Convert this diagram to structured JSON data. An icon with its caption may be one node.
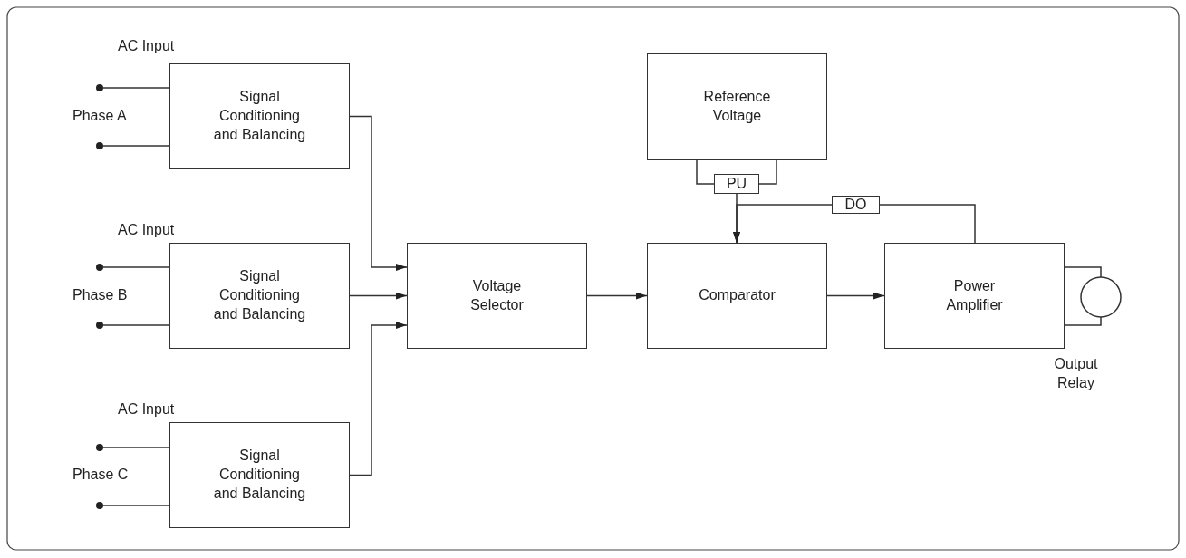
{
  "diagram": {
    "nodes": [
      {
        "text": [],
        "shape": "circle"
      },
      {
        "text": [],
        "shape": "circle"
      },
      {
        "text": [
          "Signal Conditioning and Balancing"
        ]
      },
      {
        "text": [],
        "shape": "circle"
      },
      {
        "text": [],
        "shape": "circle"
      },
      {
        "text": [
          "Signal Conditioning and Balancing"
        ]
      },
      {
        "text": [],
        "shape": "circle"
      },
      {
        "text": [],
        "shape": "circle"
      },
      {
        "text": [
          "Signal Conditioning and Balancing"
        ]
      },
      {
        "text": [
          "Voltage Selector"
        ]
      },
      {
        "text": [
          "Reference Voltage"
        ]
      },
      {
        "text": [
          "PU"
        ]
      },
      {
        "text": [
          "DO"
        ]
      },
      {
        "text": [
          "Comparator"
        ]
      },
      {
        "text": [
          "Power Amplifier"
        ]
      },
      {
        "text": [
          "Output Relay"
        ]
      }
    ],
    "edges": [
      {
        "from": 0,
        "to": 2,
        "arrow": "none"
      },
      {
        "from": 1,
        "to": 2,
        "arrow": "none"
      },
      {
        "from": 3,
        "to": 5,
        "arrow": "none"
      },
      {
        "from": 4,
        "to": 5,
        "arrow": "none"
      },
      {
        "from": 6,
        "to": 8,
        "arrow": "none"
      },
      {
        "from": 7,
        "to": 8,
        "arrow": "none"
      },
      {
        "from": 2,
        "to": 9,
        "arrow": "to"
      },
      {
        "from": 5,
        "to": 9,
        "arrow": "to"
      },
      {
        "from": 8,
        "to": 9,
        "arrow": "to"
      },
      {
        "from": 9,
        "to": 13,
        "arrow": "to"
      },
      {
        "from": 13,
        "to": 14,
        "arrow": "to"
      },
      {
        "from": 10,
        "to": 11,
        "arrow": "none"
      },
      {
        "from": 10,
        "to": 11,
        "arrow": "none"
      },
      {
        "from": 11,
        "to": 13,
        "arrow": "to"
      },
      {
        "from": 14,
        "to": 12,
        "arrow": "none"
      },
      {
        "from": 12,
        "to": 13,
        "arrow": "to"
      },
      {
        "from": 14,
        "to": 15,
        "arrow": "none"
      },
      {
        "from": 14,
        "to": 15,
        "arrow": "none"
      }
    ],
    "labels": [
      "AC Input",
      "Phase A",
      "AC Input",
      "Phase B",
      "AC Input",
      "Phase C"
    ]
  }
}
